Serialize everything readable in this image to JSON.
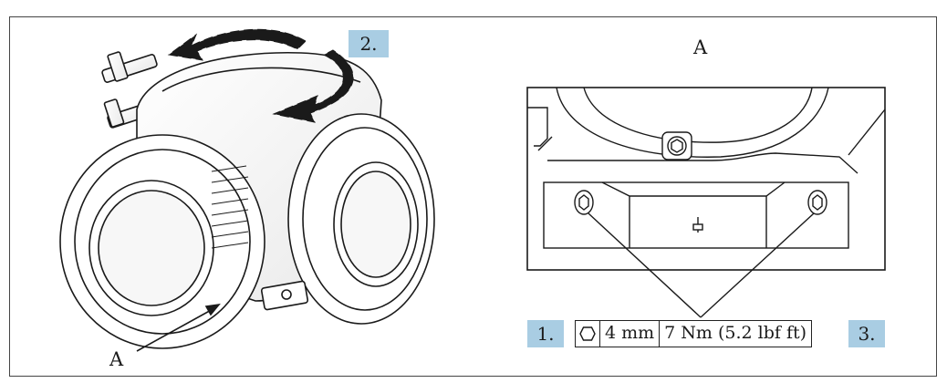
{
  "labels": {
    "view_a_left": "A",
    "view_a_title": "A"
  },
  "steps": {
    "step1": "1.",
    "step2": "2.",
    "step3": "3."
  },
  "spec": {
    "tool_icon": "hexagon-socket-icon",
    "size": "4 mm",
    "torque": "7 Nm (5.2 lbf ft)"
  },
  "colors": {
    "step_badge": "#a9cde3",
    "line": "#1a1a1a"
  }
}
